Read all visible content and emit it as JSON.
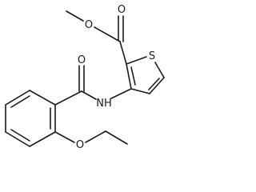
{
  "molecule": {
    "atoms": {
      "ester_o_methyl": "O",
      "ester_o_carbonyl": "O",
      "thiophene_s": "S",
      "amide_o": "O",
      "amide_n": "NH",
      "ether_o": "O"
    }
  }
}
